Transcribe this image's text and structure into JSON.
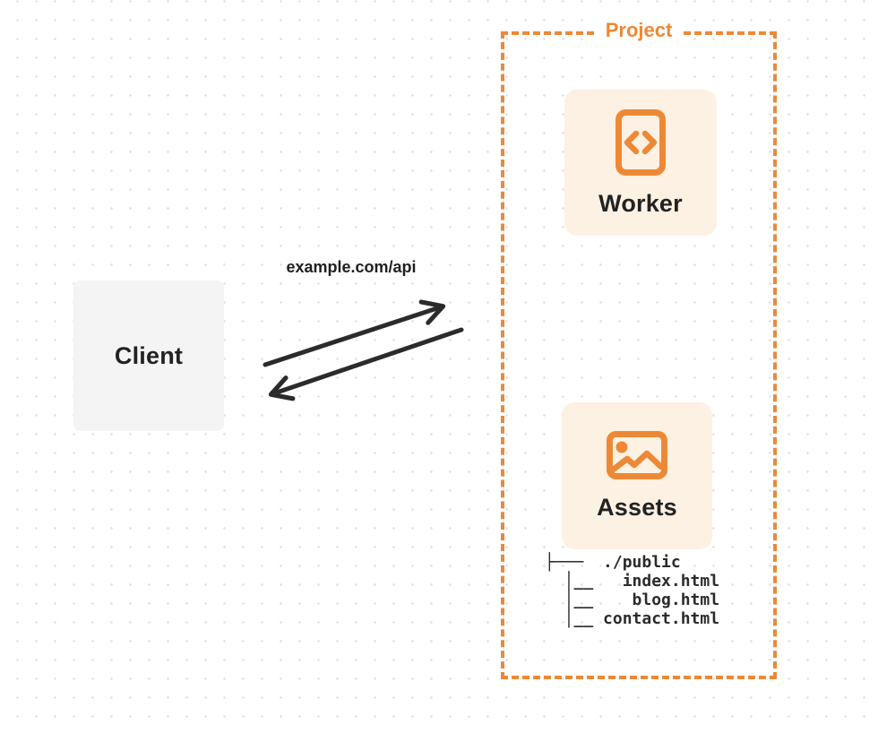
{
  "colors": {
    "accent": "#ED8936",
    "card-bg": "#FDF1E3",
    "ink": "#222222",
    "client-bg": "#F4F4F5",
    "arrow": "#2B2B2B",
    "dot": "#E3E3E3"
  },
  "client": {
    "label": "Client"
  },
  "request": {
    "label": "example.com/api"
  },
  "project": {
    "label": "Project",
    "worker": {
      "label": "Worker",
      "icon": "code-document-icon"
    },
    "assets": {
      "label": "Assets",
      "icon": "image-icon"
    },
    "file_tree": {
      "lines": [
        "├───  ./public",
        "  │__   index.html",
        "  │__    blog.html",
        "  │__ contact.html"
      ]
    }
  }
}
